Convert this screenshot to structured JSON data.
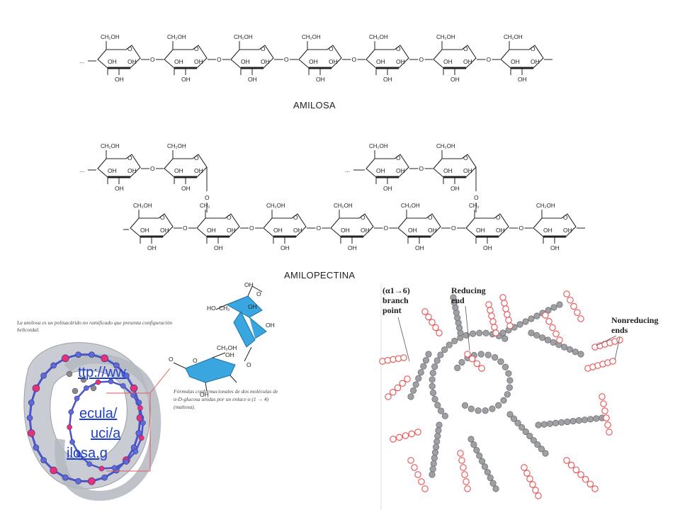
{
  "amylose": {
    "title": "AMILOSA",
    "substituent": "CH₂OH",
    "hydroxyl": "OH",
    "bridge": "O",
    "chain_end": "..."
  },
  "amylopectin": {
    "title": "AMILOPECTINA",
    "substituent": "CH₂OH",
    "hydroxyl": "OH",
    "bridge": "O",
    "branch_ch2": "CH₂",
    "chain_end": "..."
  },
  "helix_panel": {
    "caption": "La amilosa es un polisacárido no ramificado que presenta configuración helicoidal.",
    "link_fragments": [
      "ttp://ww",
      "ecula/",
      "uci/a",
      "ilosa.g"
    ],
    "maltose": {
      "labels": [
        "HO",
        "CH₂",
        "OH",
        "OH",
        "O",
        "O",
        "OH",
        "CH₂OH",
        "OH",
        "O",
        "O",
        "OH"
      ],
      "caption_line1": "Fórmulas conformacionales de dos moléculas de",
      "caption_line2": "α-D-glucosa unidas por un enlace α (1 → 4)",
      "caption_line3": "(maltosa)."
    }
  },
  "glycogen_panel": {
    "branch_point_label": [
      "(α1→6)",
      "branch",
      "point"
    ],
    "reducing_end_label": [
      "Reducing",
      "end"
    ],
    "nonreducing_label": [
      "Nonreducing",
      "ends"
    ],
    "colors": {
      "interior": "#7a7a7a",
      "terminal": "#e85050"
    }
  }
}
